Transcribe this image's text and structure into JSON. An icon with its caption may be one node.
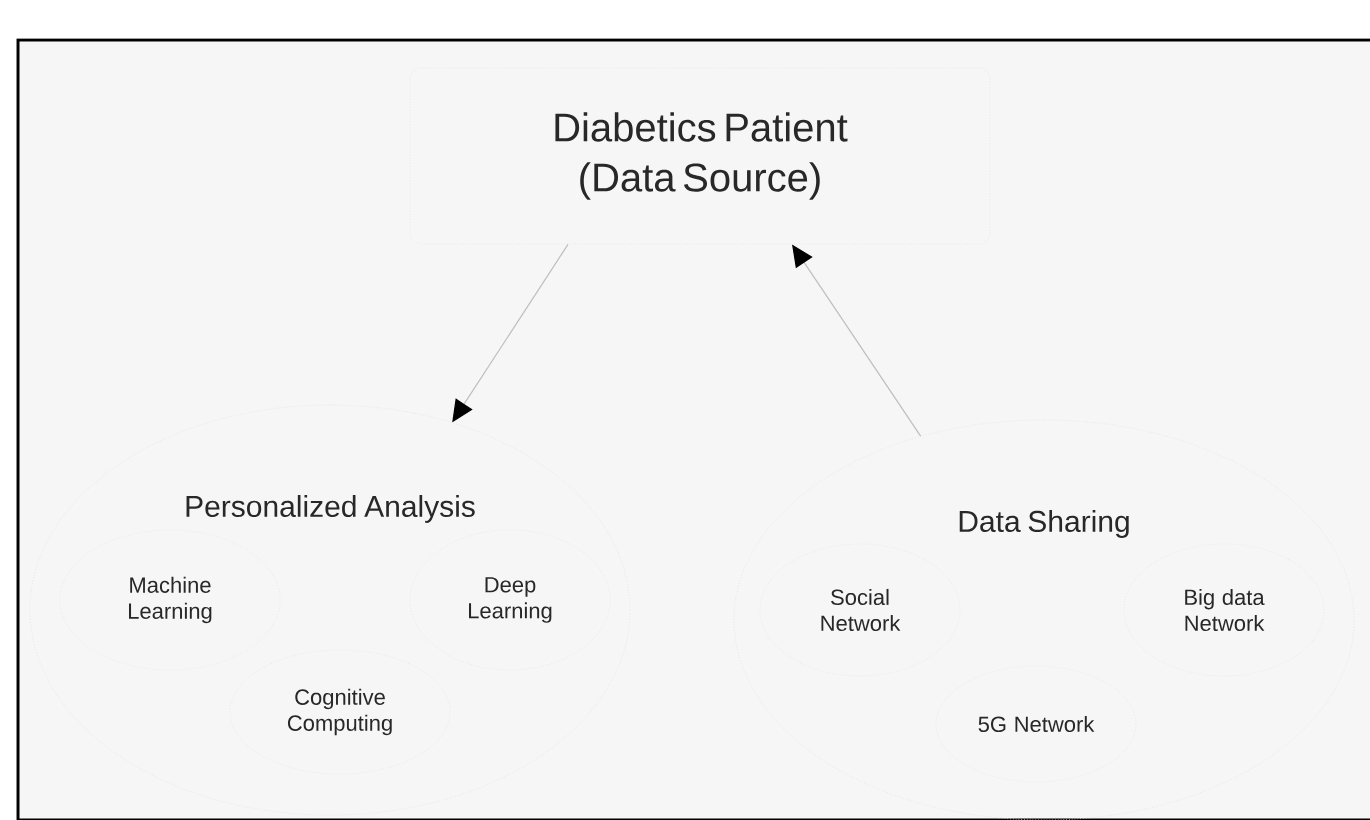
{
  "diagram": {
    "nodes": [
      {
        "text": [
          "Diabetics Patient (Data Source)"
        ]
      },
      {
        "text": [
          "Personalized Analysis"
        ]
      },
      {
        "text": [
          "Machine Learning"
        ],
        "in": 1
      },
      {
        "text": [
          "Deep Learning"
        ],
        "in": 1
      },
      {
        "text": [
          "Cognitive Computing"
        ],
        "in": 1
      },
      {
        "text": [
          "Data Sharing"
        ]
      },
      {
        "text": [
          "Social Network"
        ],
        "in": 5
      },
      {
        "text": [
          "Big data Network"
        ],
        "in": 5
      },
      {
        "text": [
          "5G Network"
        ],
        "in": 5
      }
    ],
    "edges": [
      {
        "from": 0,
        "to": 1,
        "arrow": "to"
      },
      {
        "from": 5,
        "to": 0,
        "arrow": "to"
      }
    ]
  }
}
